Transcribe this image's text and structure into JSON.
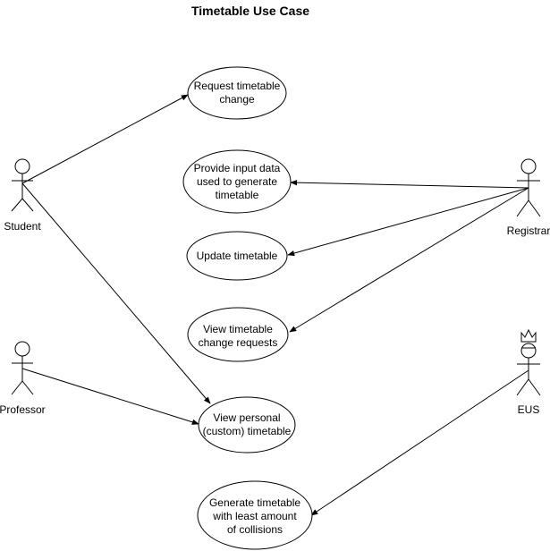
{
  "title": "Timetable Use Case",
  "actors": {
    "student": "Student",
    "professor": "Professor",
    "registrar": "Registrar",
    "eus": "EUS"
  },
  "use_cases": {
    "request_change": [
      "Request timetable",
      "change"
    ],
    "provide_input": [
      "Provide input data",
      "used to generate",
      "timetable"
    ],
    "update": [
      "Update timetable"
    ],
    "view_requests": [
      "View timetable",
      "change requests"
    ],
    "view_personal": [
      "View personal",
      "(custom) timetable"
    ],
    "generate": [
      "Generate timetable",
      "with least amount",
      "of collisions"
    ]
  }
}
